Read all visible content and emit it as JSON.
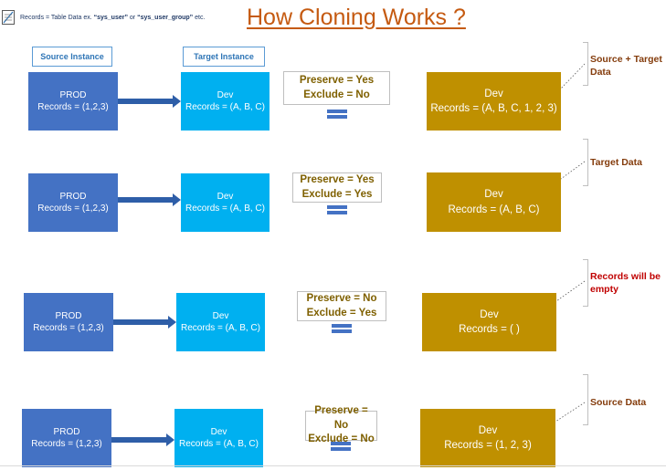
{
  "title": "How Cloning Works ?",
  "note": {
    "prefix": "Records = Table Data ex. ",
    "q1": "“sys_user”",
    "or": " or ",
    "q2": "“sys_user_group”",
    "suffix": " etc."
  },
  "headers": {
    "source": "Source Instance",
    "target": "Target Instance"
  },
  "colors": {
    "prod": "#4472c4",
    "dev": "#00b0f0",
    "result": "#bf9000",
    "title": "#c55a11",
    "condition_text": "#7f6000",
    "label": "#843c0c",
    "warning": "#c00000"
  },
  "rows": [
    {
      "source": {
        "name": "PROD",
        "records": "Records = (1,2,3)"
      },
      "target": {
        "name": "Dev",
        "records": "Records = (A, B, C)"
      },
      "preserve": "Preserve = Yes",
      "exclude": "Exclude = No",
      "result": {
        "name": "Dev",
        "records": "Records = (A, B, C, 1, 2, 3)"
      },
      "label": "Source + Target Data"
    },
    {
      "source": {
        "name": "PROD",
        "records": "Records = (1,2,3)"
      },
      "target": {
        "name": "Dev",
        "records": "Records = (A, B, C)"
      },
      "preserve": "Preserve = Yes",
      "exclude": "Exclude = Yes",
      "result": {
        "name": "Dev",
        "records": "Records = (A, B, C)"
      },
      "label": "Target Data"
    },
    {
      "source": {
        "name": "PROD",
        "records": "Records = (1,2,3)"
      },
      "target": {
        "name": "Dev",
        "records": "Records = (A, B, C)"
      },
      "preserve": "Preserve = No",
      "exclude": "Exclude = Yes",
      "result": {
        "name": "Dev",
        "records": "Records = ( )"
      },
      "label": "Records will be empty"
    },
    {
      "source": {
        "name": "PROD",
        "records": "Records = (1,2,3)"
      },
      "target": {
        "name": "Dev",
        "records": "Records = (A, B, C)"
      },
      "preserve": "Preserve = No",
      "exclude": "Exclude = No",
      "result": {
        "name": "Dev",
        "records": "Records = (1, 2, 3)"
      },
      "label": "Source Data"
    }
  ]
}
